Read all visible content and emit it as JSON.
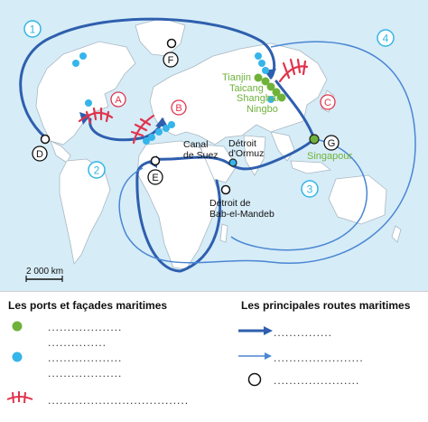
{
  "map": {
    "zones": [
      {
        "num": "1"
      },
      {
        "num": "2"
      },
      {
        "num": "3"
      },
      {
        "num": "4"
      }
    ],
    "facades": [
      {
        "letter": "A"
      },
      {
        "letter": "B"
      },
      {
        "letter": "C"
      }
    ],
    "waypoints": [
      {
        "letter": "D"
      },
      {
        "letter": "E"
      },
      {
        "letter": "F"
      },
      {
        "letter": "G"
      }
    ],
    "ports": {
      "tianjin": "Tianjin",
      "taicang": "Taicang",
      "shanghai": "Shanghai",
      "ningbo": "Ningbo",
      "singapour": "Singapour"
    },
    "straits": {
      "suez_line1": "Canal",
      "suez_line2": "de Suez",
      "ormuz_line1": "Détroit",
      "ormuz_line2": "d'Ormuz",
      "bab_line1": "Détroit de",
      "bab_line2": "Bab-el-Mandeb"
    },
    "scale": "2 000 km",
    "colors": {
      "ocean": "#d6ecf7",
      "land": "#ffffff",
      "route_main": "#2e5fae",
      "route_secondary": "#4a86d4",
      "port_green": "#6fb23a",
      "port_blue": "#35b5ea",
      "facade_red": "#e0344d",
      "zone_blue": "#33b5e5"
    }
  },
  "legend": {
    "left_title": "Les ports et façades maritimes",
    "right_title": "Les principales routes maritimes",
    "green_line1": "...................",
    "green_line2": "...............",
    "blue_line1": "...................",
    "blue_line2": "...................",
    "red_line1": "....................................",
    "main_route": "...............",
    "secondary_route": ".......................",
    "checkpoint": "......................"
  }
}
